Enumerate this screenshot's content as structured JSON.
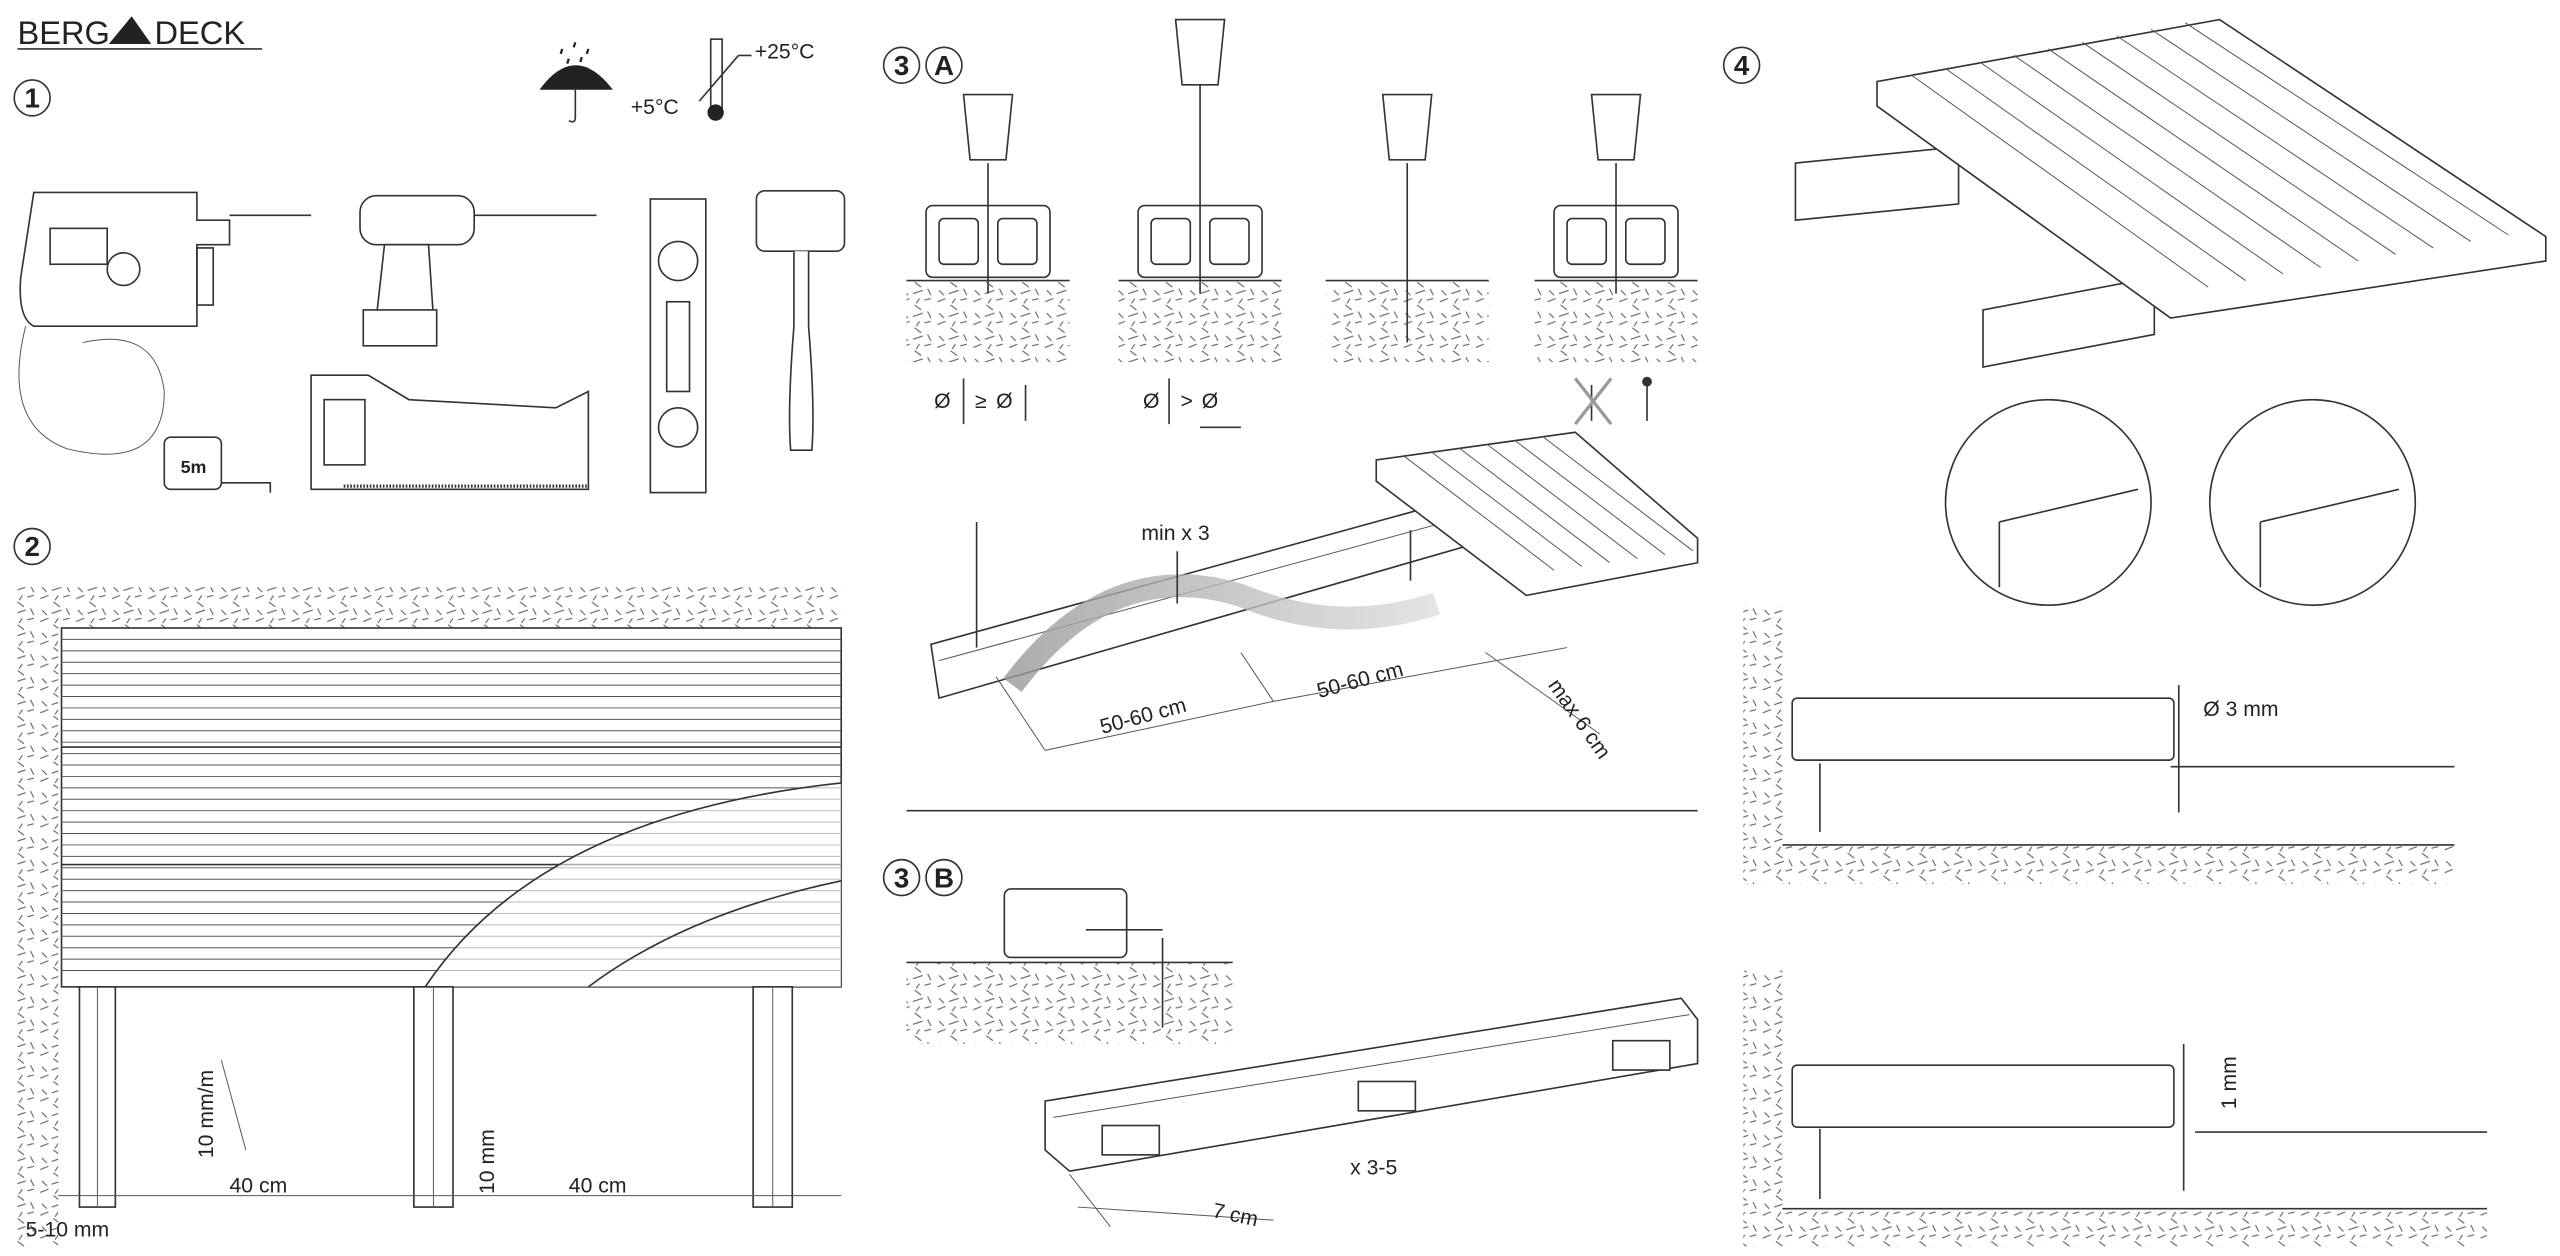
{
  "logo": {
    "left": "BERG",
    "right": "DECK"
  },
  "step1": {
    "number": "1",
    "conditions": {
      "min_temp": "+5°C",
      "max_temp": "+25°C",
      "icons": [
        "umbrella-rain-icon",
        "thermometer-icon"
      ]
    },
    "tape_measure_label": "5m",
    "tools": [
      "hammer-drill",
      "cordless-drill",
      "tape-measure",
      "hacksaw",
      "spirit-level",
      "rubber-mallet"
    ]
  },
  "step2": {
    "number": "2",
    "slope": "10 mm/m",
    "spacing_left": "40 cm",
    "spacing_right": "40 cm",
    "height_gap": "10 mm",
    "wall_gap": "5-10 mm"
  },
  "step3a": {
    "number": "3",
    "letter": "A",
    "rule1": {
      "left": "Ø",
      "op": "≥",
      "right": "Ø"
    },
    "rule2": {
      "left": "Ø",
      "op": ">",
      "right": "Ø"
    },
    "screws_label": "min x 3",
    "span1": "50-60 cm",
    "span2": "50-60 cm",
    "overhang": "max 6 cm"
  },
  "step3b": {
    "number": "3",
    "letter": "B",
    "brackets_count": "x 3-5",
    "bracket_offset": "7 cm"
  },
  "step4": {
    "number": "4",
    "drill_diameter": "Ø 3 mm",
    "gap": "1 mm"
  },
  "colors": {
    "line": "#333333",
    "background": "#ffffff",
    "shade": "#999999"
  }
}
